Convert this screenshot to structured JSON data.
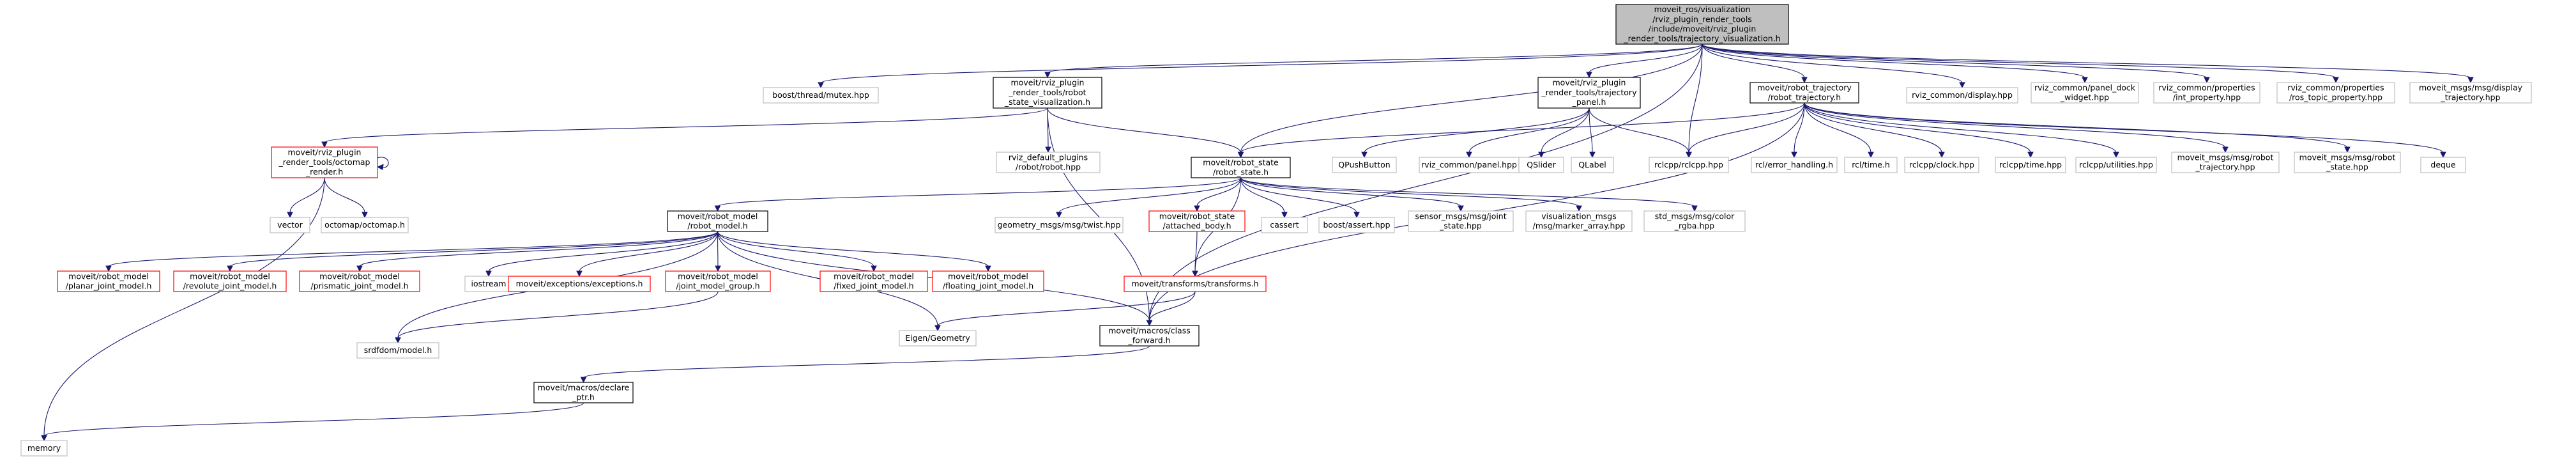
{
  "colors": {
    "root_fill": "#bfbfbf",
    "root_border": "#000000",
    "documented_border": "#000000",
    "missing_border": "#ff0000",
    "external_border": "#bfbfbf",
    "fill": "#ffffff",
    "edge": "#191970"
  },
  "nodes": [
    {
      "id": "root",
      "kind": "root",
      "lines": [
        "moveit_ros/visualization",
        "/rviz_plugin_render_tools",
        "/include/moveit/rviz_plugin",
        "_render_tools/trajectory_visualization.h"
      ]
    },
    {
      "id": "boost_mutex",
      "kind": "external",
      "lines": [
        "boost/thread/mutex.hpp"
      ]
    },
    {
      "id": "robot_state_vis",
      "kind": "documented",
      "lines": [
        "moveit/rviz_plugin",
        "_render_tools/robot",
        "_state_visualization.h"
      ]
    },
    {
      "id": "traj_panel",
      "kind": "documented",
      "lines": [
        "moveit/rviz_plugin",
        "_render_tools/trajectory",
        "_panel.h"
      ]
    },
    {
      "id": "robot_trajectory",
      "kind": "documented",
      "lines": [
        "moveit/robot_trajectory",
        "/robot_trajectory.h"
      ]
    },
    {
      "id": "rviz_display",
      "kind": "external",
      "lines": [
        "rviz_common/display.hpp"
      ]
    },
    {
      "id": "panel_dock",
      "kind": "external",
      "lines": [
        "rviz_common/panel_dock",
        "_widget.hpp"
      ]
    },
    {
      "id": "int_property",
      "kind": "external",
      "lines": [
        "rviz_common/properties",
        "/int_property.hpp"
      ]
    },
    {
      "id": "ros_topic_property",
      "kind": "external",
      "lines": [
        "rviz_common/properties",
        "/ros_topic_property.hpp"
      ]
    },
    {
      "id": "display_trajectory",
      "kind": "external",
      "lines": [
        "moveit_msgs/msg/display",
        "_trajectory.hpp"
      ]
    },
    {
      "id": "octomap_render",
      "kind": "missing",
      "lines": [
        "moveit/rviz_plugin",
        "_render_tools/octomap",
        "_render.h"
      ]
    },
    {
      "id": "rviz_default_robot",
      "kind": "external",
      "lines": [
        "rviz_default_plugins",
        "/robot/robot.hpp"
      ]
    },
    {
      "id": "robot_state",
      "kind": "documented",
      "lines": [
        "moveit/robot_state",
        "/robot_state.h"
      ]
    },
    {
      "id": "qpushbutton",
      "kind": "external",
      "lines": [
        "QPushButton"
      ]
    },
    {
      "id": "rviz_panel",
      "kind": "external",
      "lines": [
        "rviz_common/panel.hpp"
      ]
    },
    {
      "id": "qslider",
      "kind": "external",
      "lines": [
        "QSlider"
      ]
    },
    {
      "id": "qlabel",
      "kind": "external",
      "lines": [
        "QLabel"
      ]
    },
    {
      "id": "rclcpp",
      "kind": "external",
      "lines": [
        "rclcpp/rclcpp.hpp"
      ]
    },
    {
      "id": "rcl_error",
      "kind": "external",
      "lines": [
        "rcl/error_handling.h"
      ]
    },
    {
      "id": "rcl_time",
      "kind": "external",
      "lines": [
        "rcl/time.h"
      ]
    },
    {
      "id": "rclcpp_clock",
      "kind": "external",
      "lines": [
        "rclcpp/clock.hpp"
      ]
    },
    {
      "id": "rclcpp_time",
      "kind": "external",
      "lines": [
        "rclcpp/time.hpp"
      ]
    },
    {
      "id": "rclcpp_utilities",
      "kind": "external",
      "lines": [
        "rclcpp/utilities.hpp"
      ]
    },
    {
      "id": "msg_robot_traj",
      "kind": "external",
      "lines": [
        "moveit_msgs/msg/robot",
        "_trajectory.hpp"
      ]
    },
    {
      "id": "msg_robot_state",
      "kind": "external",
      "lines": [
        "moveit_msgs/msg/robot",
        "_state.hpp"
      ]
    },
    {
      "id": "deque",
      "kind": "external",
      "lines": [
        "deque"
      ]
    },
    {
      "id": "vector",
      "kind": "external",
      "lines": [
        "vector"
      ]
    },
    {
      "id": "octomap_hpp",
      "kind": "external",
      "lines": [
        "octomap/octomap.h"
      ]
    },
    {
      "id": "robot_model",
      "kind": "documented",
      "lines": [
        "moveit/robot_model",
        "/robot_model.h"
      ]
    },
    {
      "id": "twist",
      "kind": "external",
      "lines": [
        "geometry_msgs/msg/twist.hpp"
      ]
    },
    {
      "id": "attached_body",
      "kind": "missing",
      "lines": [
        "moveit/robot_state",
        "/attached_body.h"
      ]
    },
    {
      "id": "cassert",
      "kind": "external",
      "lines": [
        "cassert"
      ]
    },
    {
      "id": "boost_assert",
      "kind": "external",
      "lines": [
        "boost/assert.hpp"
      ]
    },
    {
      "id": "joint_state",
      "kind": "external",
      "lines": [
        "sensor_msgs/msg/joint",
        "_state.hpp"
      ]
    },
    {
      "id": "marker_array",
      "kind": "external",
      "lines": [
        "visualization_msgs",
        "/msg/marker_array.hpp"
      ]
    },
    {
      "id": "color_rgba",
      "kind": "external",
      "lines": [
        "std_msgs/msg/color",
        "_rgba.hpp"
      ]
    },
    {
      "id": "planar",
      "kind": "missing",
      "lines": [
        "moveit/robot_model",
        "/planar_joint_model.h"
      ]
    },
    {
      "id": "revolute",
      "kind": "missing",
      "lines": [
        "moveit/robot_model",
        "/revolute_joint_model.h"
      ]
    },
    {
      "id": "prismatic",
      "kind": "missing",
      "lines": [
        "moveit/robot_model",
        "/prismatic_joint_model.h"
      ]
    },
    {
      "id": "iostream",
      "kind": "external",
      "lines": [
        "iostream"
      ]
    },
    {
      "id": "exceptions",
      "kind": "missing",
      "lines": [
        "moveit/exceptions/exceptions.h"
      ]
    },
    {
      "id": "joint_group",
      "kind": "missing",
      "lines": [
        "moveit/robot_model",
        "/joint_model_group.h"
      ]
    },
    {
      "id": "fixed",
      "kind": "missing",
      "lines": [
        "moveit/robot_model",
        "/fixed_joint_model.h"
      ]
    },
    {
      "id": "floating",
      "kind": "missing",
      "lines": [
        "moveit/robot_model",
        "/floating_joint_model.h"
      ]
    },
    {
      "id": "transforms",
      "kind": "missing",
      "lines": [
        "moveit/transforms/transforms.h"
      ]
    },
    {
      "id": "eigen",
      "kind": "external",
      "lines": [
        "Eigen/Geometry"
      ]
    },
    {
      "id": "srdf",
      "kind": "external",
      "lines": [
        "srdfdom/model.h"
      ]
    },
    {
      "id": "class_forward",
      "kind": "documented",
      "lines": [
        "moveit/macros/class",
        "_forward.h"
      ]
    },
    {
      "id": "declare_ptr",
      "kind": "documented",
      "lines": [
        "moveit/macros/declare",
        "_ptr.h"
      ]
    },
    {
      "id": "memory",
      "kind": "external",
      "lines": [
        "memory"
      ]
    }
  ],
  "edges": [
    [
      "root",
      "boost_mutex"
    ],
    [
      "root",
      "robot_state_vis"
    ],
    [
      "root",
      "traj_panel"
    ],
    [
      "root",
      "robot_trajectory"
    ],
    [
      "root",
      "rviz_display"
    ],
    [
      "root",
      "panel_dock"
    ],
    [
      "root",
      "int_property"
    ],
    [
      "root",
      "ros_topic_property"
    ],
    [
      "root",
      "display_trajectory"
    ],
    [
      "root",
      "rclcpp"
    ],
    [
      "root",
      "robot_state"
    ],
    [
      "root",
      "class_forward"
    ],
    [
      "robot_state_vis",
      "octomap_render"
    ],
    [
      "robot_state_vis",
      "rviz_default_robot"
    ],
    [
      "robot_state_vis",
      "robot_state"
    ],
    [
      "robot_state_vis",
      "class_forward"
    ],
    [
      "octomap_render",
      "octomap_render"
    ],
    [
      "octomap_render",
      "vector"
    ],
    [
      "octomap_render",
      "octomap_hpp"
    ],
    [
      "octomap_render",
      "memory"
    ],
    [
      "traj_panel",
      "qpushbutton"
    ],
    [
      "traj_panel",
      "rviz_panel"
    ],
    [
      "traj_panel",
      "qslider"
    ],
    [
      "traj_panel",
      "qlabel"
    ],
    [
      "traj_panel",
      "rclcpp"
    ],
    [
      "robot_trajectory",
      "robot_state"
    ],
    [
      "robot_trajectory",
      "rclcpp"
    ],
    [
      "robot_trajectory",
      "rcl_error"
    ],
    [
      "robot_trajectory",
      "rcl_time"
    ],
    [
      "robot_trajectory",
      "rclcpp_clock"
    ],
    [
      "robot_trajectory",
      "rclcpp_time"
    ],
    [
      "robot_trajectory",
      "rclcpp_utilities"
    ],
    [
      "robot_trajectory",
      "msg_robot_traj"
    ],
    [
      "robot_trajectory",
      "msg_robot_state"
    ],
    [
      "robot_trajectory",
      "deque"
    ],
    [
      "robot_trajectory",
      "class_forward"
    ],
    [
      "robot_state",
      "robot_model"
    ],
    [
      "robot_state",
      "twist"
    ],
    [
      "robot_state",
      "attached_body"
    ],
    [
      "robot_state",
      "cassert"
    ],
    [
      "robot_state",
      "boost_assert"
    ],
    [
      "robot_state",
      "joint_state"
    ],
    [
      "robot_state",
      "marker_array"
    ],
    [
      "robot_state",
      "color_rgba"
    ],
    [
      "robot_state",
      "transforms"
    ],
    [
      "attached_body",
      "transforms"
    ],
    [
      "robot_model",
      "planar"
    ],
    [
      "robot_model",
      "revolute"
    ],
    [
      "robot_model",
      "prismatic"
    ],
    [
      "robot_model",
      "iostream"
    ],
    [
      "robot_model",
      "exceptions"
    ],
    [
      "robot_model",
      "joint_group"
    ],
    [
      "robot_model",
      "fixed"
    ],
    [
      "robot_model",
      "floating"
    ],
    [
      "robot_model",
      "eigen"
    ],
    [
      "robot_model",
      "srdf"
    ],
    [
      "robot_model",
      "class_forward"
    ],
    [
      "joint_group",
      "srdf"
    ],
    [
      "transforms",
      "eigen"
    ],
    [
      "transforms",
      "class_forward"
    ],
    [
      "class_forward",
      "declare_ptr"
    ],
    [
      "declare_ptr",
      "memory"
    ]
  ]
}
